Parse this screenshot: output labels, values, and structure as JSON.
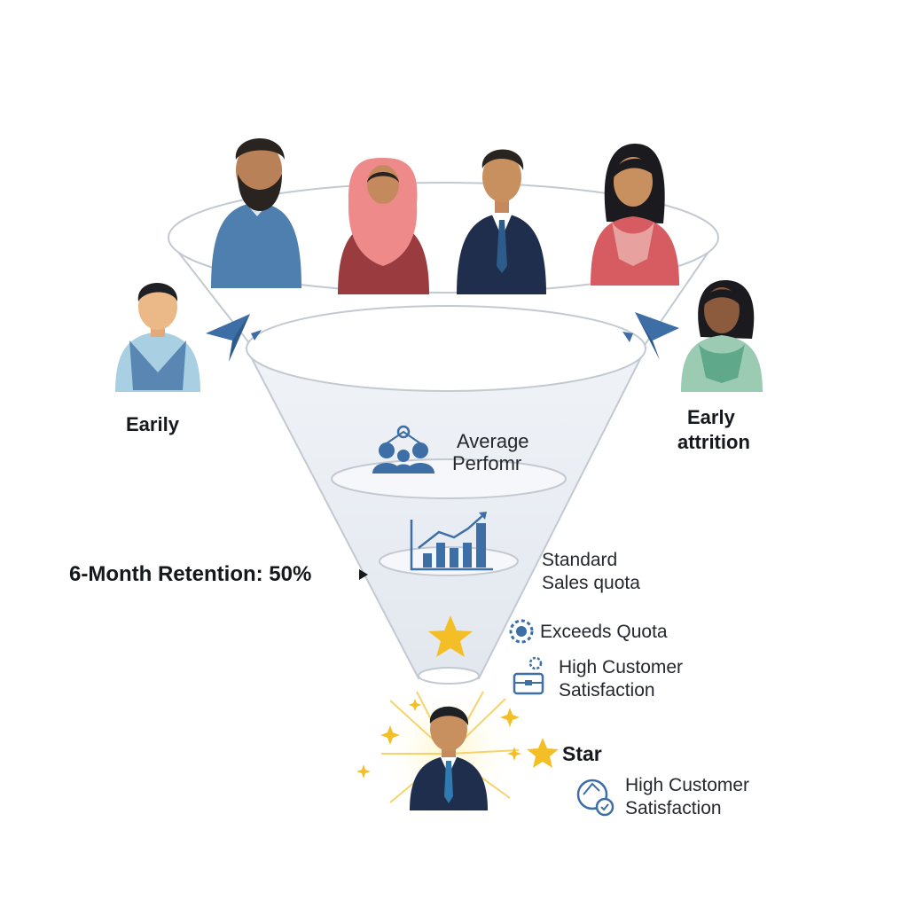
{
  "labels": {
    "left_side": "Earily",
    "right_side_line1": "Early",
    "right_side_line2": "attrition",
    "stage1_line1": "Average",
    "stage1_line2": "Perfomr",
    "retention": "6-Month Retention: 50%",
    "stage2_line1": "Standard",
    "stage2_line2": "Sales quota",
    "exceeds": "Exceeds Quota",
    "high_cs_1_line1": "High Customer",
    "high_cs_1_line2": "Satisfaction",
    "star": "Star",
    "high_cs_2_line1": "High Customer",
    "high_cs_2_line2": "Satisfaction"
  },
  "colors": {
    "funnel_stroke": "#c3c9d1",
    "funnel_fill": "#e6ebf1",
    "accent_blue": "#3d6ea6",
    "star_yellow": "#f4bf26",
    "text_dark": "#15181d"
  },
  "icons": [
    "team-icon",
    "bar-chart-icon",
    "star-icon",
    "badge-icon",
    "briefcase-icon",
    "satisfaction-dial-icon",
    "sparkle-icon",
    "paper-plane-icon"
  ]
}
